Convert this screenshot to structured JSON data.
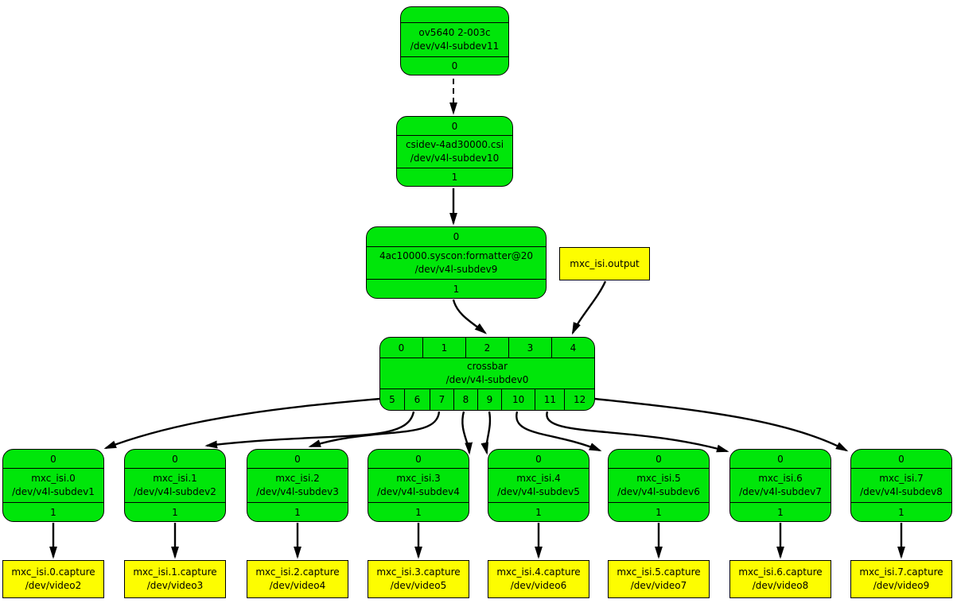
{
  "diagram": {
    "type": "media-controller-topology-graph",
    "colors": {
      "entity_fill": "#00e60a",
      "device_fill": "#fdfd00",
      "border": "#000000",
      "edge": "#000000",
      "background": "#ffffff"
    },
    "nodes": {
      "sensor": {
        "name": "ov5640 2-003c",
        "device": "/dev/v4l-subdev11",
        "pads_bottom": [
          "0"
        ]
      },
      "csi": {
        "pads_top": [
          "0"
        ],
        "name": "csidev-4ad30000.csi",
        "device": "/dev/v4l-subdev10",
        "pads_bottom": [
          "1"
        ]
      },
      "formatter": {
        "pads_top": [
          "0"
        ],
        "name": "4ac10000.syscon:formatter@20",
        "device": "/dev/v4l-subdev9",
        "pads_bottom": [
          "1"
        ]
      },
      "isi_output": {
        "name": "mxc_isi.output"
      },
      "crossbar": {
        "pads_top": [
          "0",
          "1",
          "2",
          "3",
          "4"
        ],
        "name": "crossbar",
        "device": "/dev/v4l-subdev0",
        "pads_bottom": [
          "5",
          "6",
          "7",
          "8",
          "9",
          "10",
          "11",
          "12"
        ]
      }
    },
    "isi_nodes": [
      {
        "pad_top": "0",
        "name": "mxc_isi.0",
        "device": "/dev/v4l-subdev1",
        "pad_bottom": "1"
      },
      {
        "pad_top": "0",
        "name": "mxc_isi.1",
        "device": "/dev/v4l-subdev2",
        "pad_bottom": "1"
      },
      {
        "pad_top": "0",
        "name": "mxc_isi.2",
        "device": "/dev/v4l-subdev3",
        "pad_bottom": "1"
      },
      {
        "pad_top": "0",
        "name": "mxc_isi.3",
        "device": "/dev/v4l-subdev4",
        "pad_bottom": "1"
      },
      {
        "pad_top": "0",
        "name": "mxc_isi.4",
        "device": "/dev/v4l-subdev5",
        "pad_bottom": "1"
      },
      {
        "pad_top": "0",
        "name": "mxc_isi.5",
        "device": "/dev/v4l-subdev6",
        "pad_bottom": "1"
      },
      {
        "pad_top": "0",
        "name": "mxc_isi.6",
        "device": "/dev/v4l-subdev7",
        "pad_bottom": "1"
      },
      {
        "pad_top": "0",
        "name": "mxc_isi.7",
        "device": "/dev/v4l-subdev8",
        "pad_bottom": "1"
      }
    ],
    "capture_nodes": [
      {
        "name": "mxc_isi.0.capture",
        "device": "/dev/video2"
      },
      {
        "name": "mxc_isi.1.capture",
        "device": "/dev/video3"
      },
      {
        "name": "mxc_isi.2.capture",
        "device": "/dev/video4"
      },
      {
        "name": "mxc_isi.3.capture",
        "device": "/dev/video5"
      },
      {
        "name": "mxc_isi.4.capture",
        "device": "/dev/video6"
      },
      {
        "name": "mxc_isi.5.capture",
        "device": "/dev/video7"
      },
      {
        "name": "mxc_isi.6.capture",
        "device": "/dev/video8"
      },
      {
        "name": "mxc_isi.7.capture",
        "device": "/dev/video9"
      }
    ],
    "links": [
      {
        "from": "ov5640 2-003c:0",
        "to": "csidev-4ad30000.csi:0",
        "style": "dashed"
      },
      {
        "from": "csidev-4ad30000.csi:1",
        "to": "4ac10000.syscon:formatter@20:0",
        "style": "solid"
      },
      {
        "from": "4ac10000.syscon:formatter@20:1",
        "to": "crossbar:2",
        "style": "solid"
      },
      {
        "from": "mxc_isi.output",
        "to": "crossbar:4",
        "style": "solid"
      },
      {
        "from": "crossbar:5",
        "to": "mxc_isi.0:0",
        "style": "solid"
      },
      {
        "from": "crossbar:6",
        "to": "mxc_isi.1:0",
        "style": "solid"
      },
      {
        "from": "crossbar:7",
        "to": "mxc_isi.2:0",
        "style": "solid"
      },
      {
        "from": "crossbar:8",
        "to": "mxc_isi.3:0",
        "style": "solid"
      },
      {
        "from": "crossbar:9",
        "to": "mxc_isi.4:0",
        "style": "solid"
      },
      {
        "from": "crossbar:10",
        "to": "mxc_isi.5:0",
        "style": "solid"
      },
      {
        "from": "crossbar:11",
        "to": "mxc_isi.6:0",
        "style": "solid"
      },
      {
        "from": "crossbar:12",
        "to": "mxc_isi.7:0",
        "style": "solid"
      },
      {
        "from": "mxc_isi.0:1",
        "to": "mxc_isi.0.capture",
        "style": "solid"
      },
      {
        "from": "mxc_isi.1:1",
        "to": "mxc_isi.1.capture",
        "style": "solid"
      },
      {
        "from": "mxc_isi.2:1",
        "to": "mxc_isi.2.capture",
        "style": "solid"
      },
      {
        "from": "mxc_isi.3:1",
        "to": "mxc_isi.3.capture",
        "style": "solid"
      },
      {
        "from": "mxc_isi.4:1",
        "to": "mxc_isi.4.capture",
        "style": "solid"
      },
      {
        "from": "mxc_isi.5:1",
        "to": "mxc_isi.5.capture",
        "style": "solid"
      },
      {
        "from": "mxc_isi.6:1",
        "to": "mxc_isi.6.capture",
        "style": "solid"
      },
      {
        "from": "mxc_isi.7:1",
        "to": "mxc_isi.7.capture",
        "style": "solid"
      }
    ]
  }
}
